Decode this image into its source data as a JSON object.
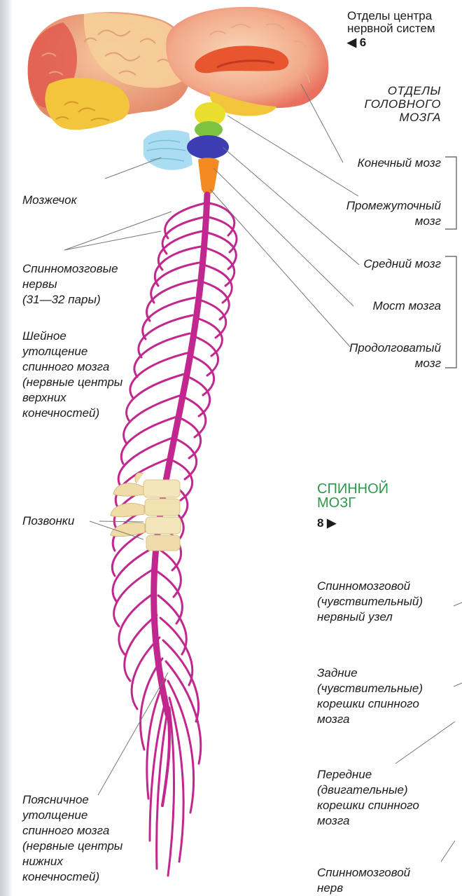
{
  "top_ref": {
    "text": "Отделы центра\nнервной систем",
    "page": "◀ 6"
  },
  "brain_sections": {
    "header": "ОТДЕЛЫ\nГОЛОВНОГО\nМОЗГА",
    "telencephalon": "Конечный мозг",
    "diencephalon": "Промежуточный\nмозг",
    "midbrain": "Средний мозг",
    "pons": "Мост мозга",
    "medulla": "Продолговатый\nмозг"
  },
  "left_labels": {
    "cerebellum": "Мозжечок",
    "spinal_nerves": "Спинномозговые\nнервы\n(31—32 пары)",
    "cervical": "Шейное\nутолщение\nспинного мозга\n(нервные центры\nверхних\nконечностей)",
    "vertebrae": "Позвонки",
    "lumbar": "Поясничное\nутолщение\nспинного мозга\n(нервные центры\nнижних\nконечностей)"
  },
  "spinal_cord": {
    "title": "СПИННОЙ\nМОЗГ",
    "page": "8 ▶"
  },
  "right_labels": {
    "ganglion": "Спинномозговой\n(чувствительный)\nнервный узел",
    "posterior_roots": "Задние\n(чувствительные)\nкорешки спинного\nмозга",
    "anterior_roots": "Передние\n(двигательные)\nкорешки спинного\nмозга",
    "spinal_nerve": "Спинномозговой\nнерв"
  },
  "colors": {
    "nerve": "#c2268f",
    "cerebellum": "#9fd6ee",
    "midbrain": "#3c3ab0",
    "diencephalon": "#e3d533",
    "pons": "#f28a22",
    "heading_green": "#2a9a4a"
  }
}
